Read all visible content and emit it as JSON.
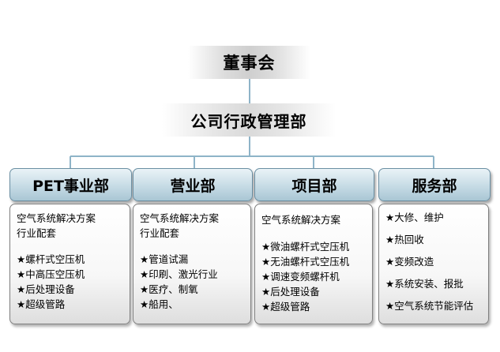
{
  "top": {
    "label": "董事会"
  },
  "middle": {
    "label": "公司行政管理部"
  },
  "departments": [
    {
      "title": "PET事业部",
      "intro": [
        "空气系统解决方案",
        "行业配套"
      ],
      "items": [
        "★螺杆式空压机",
        "★中高压空压机",
        "★后处理设备",
        "★超级管路"
      ]
    },
    {
      "title": "营业部",
      "intro": [
        "空气系统解决方案",
        "行业配套"
      ],
      "items": [
        "★管道试漏",
        "★印刷、激光行业",
        "★医疗、制氧",
        "★船用、"
      ]
    },
    {
      "title": "项目部",
      "intro": [
        "空气系统解决方案"
      ],
      "items": [
        "★微油螺杆式空压机",
        "★无油螺杆式空压机",
        "★调速变频螺杆机",
        "★后处理设备",
        "★超级管路"
      ]
    },
    {
      "title": "服务部",
      "intro": [],
      "items": [
        "★大修、维护",
        "★热回收",
        "★变频改造",
        "★系统安装、报批",
        "★空气系统节能评估"
      ]
    }
  ]
}
